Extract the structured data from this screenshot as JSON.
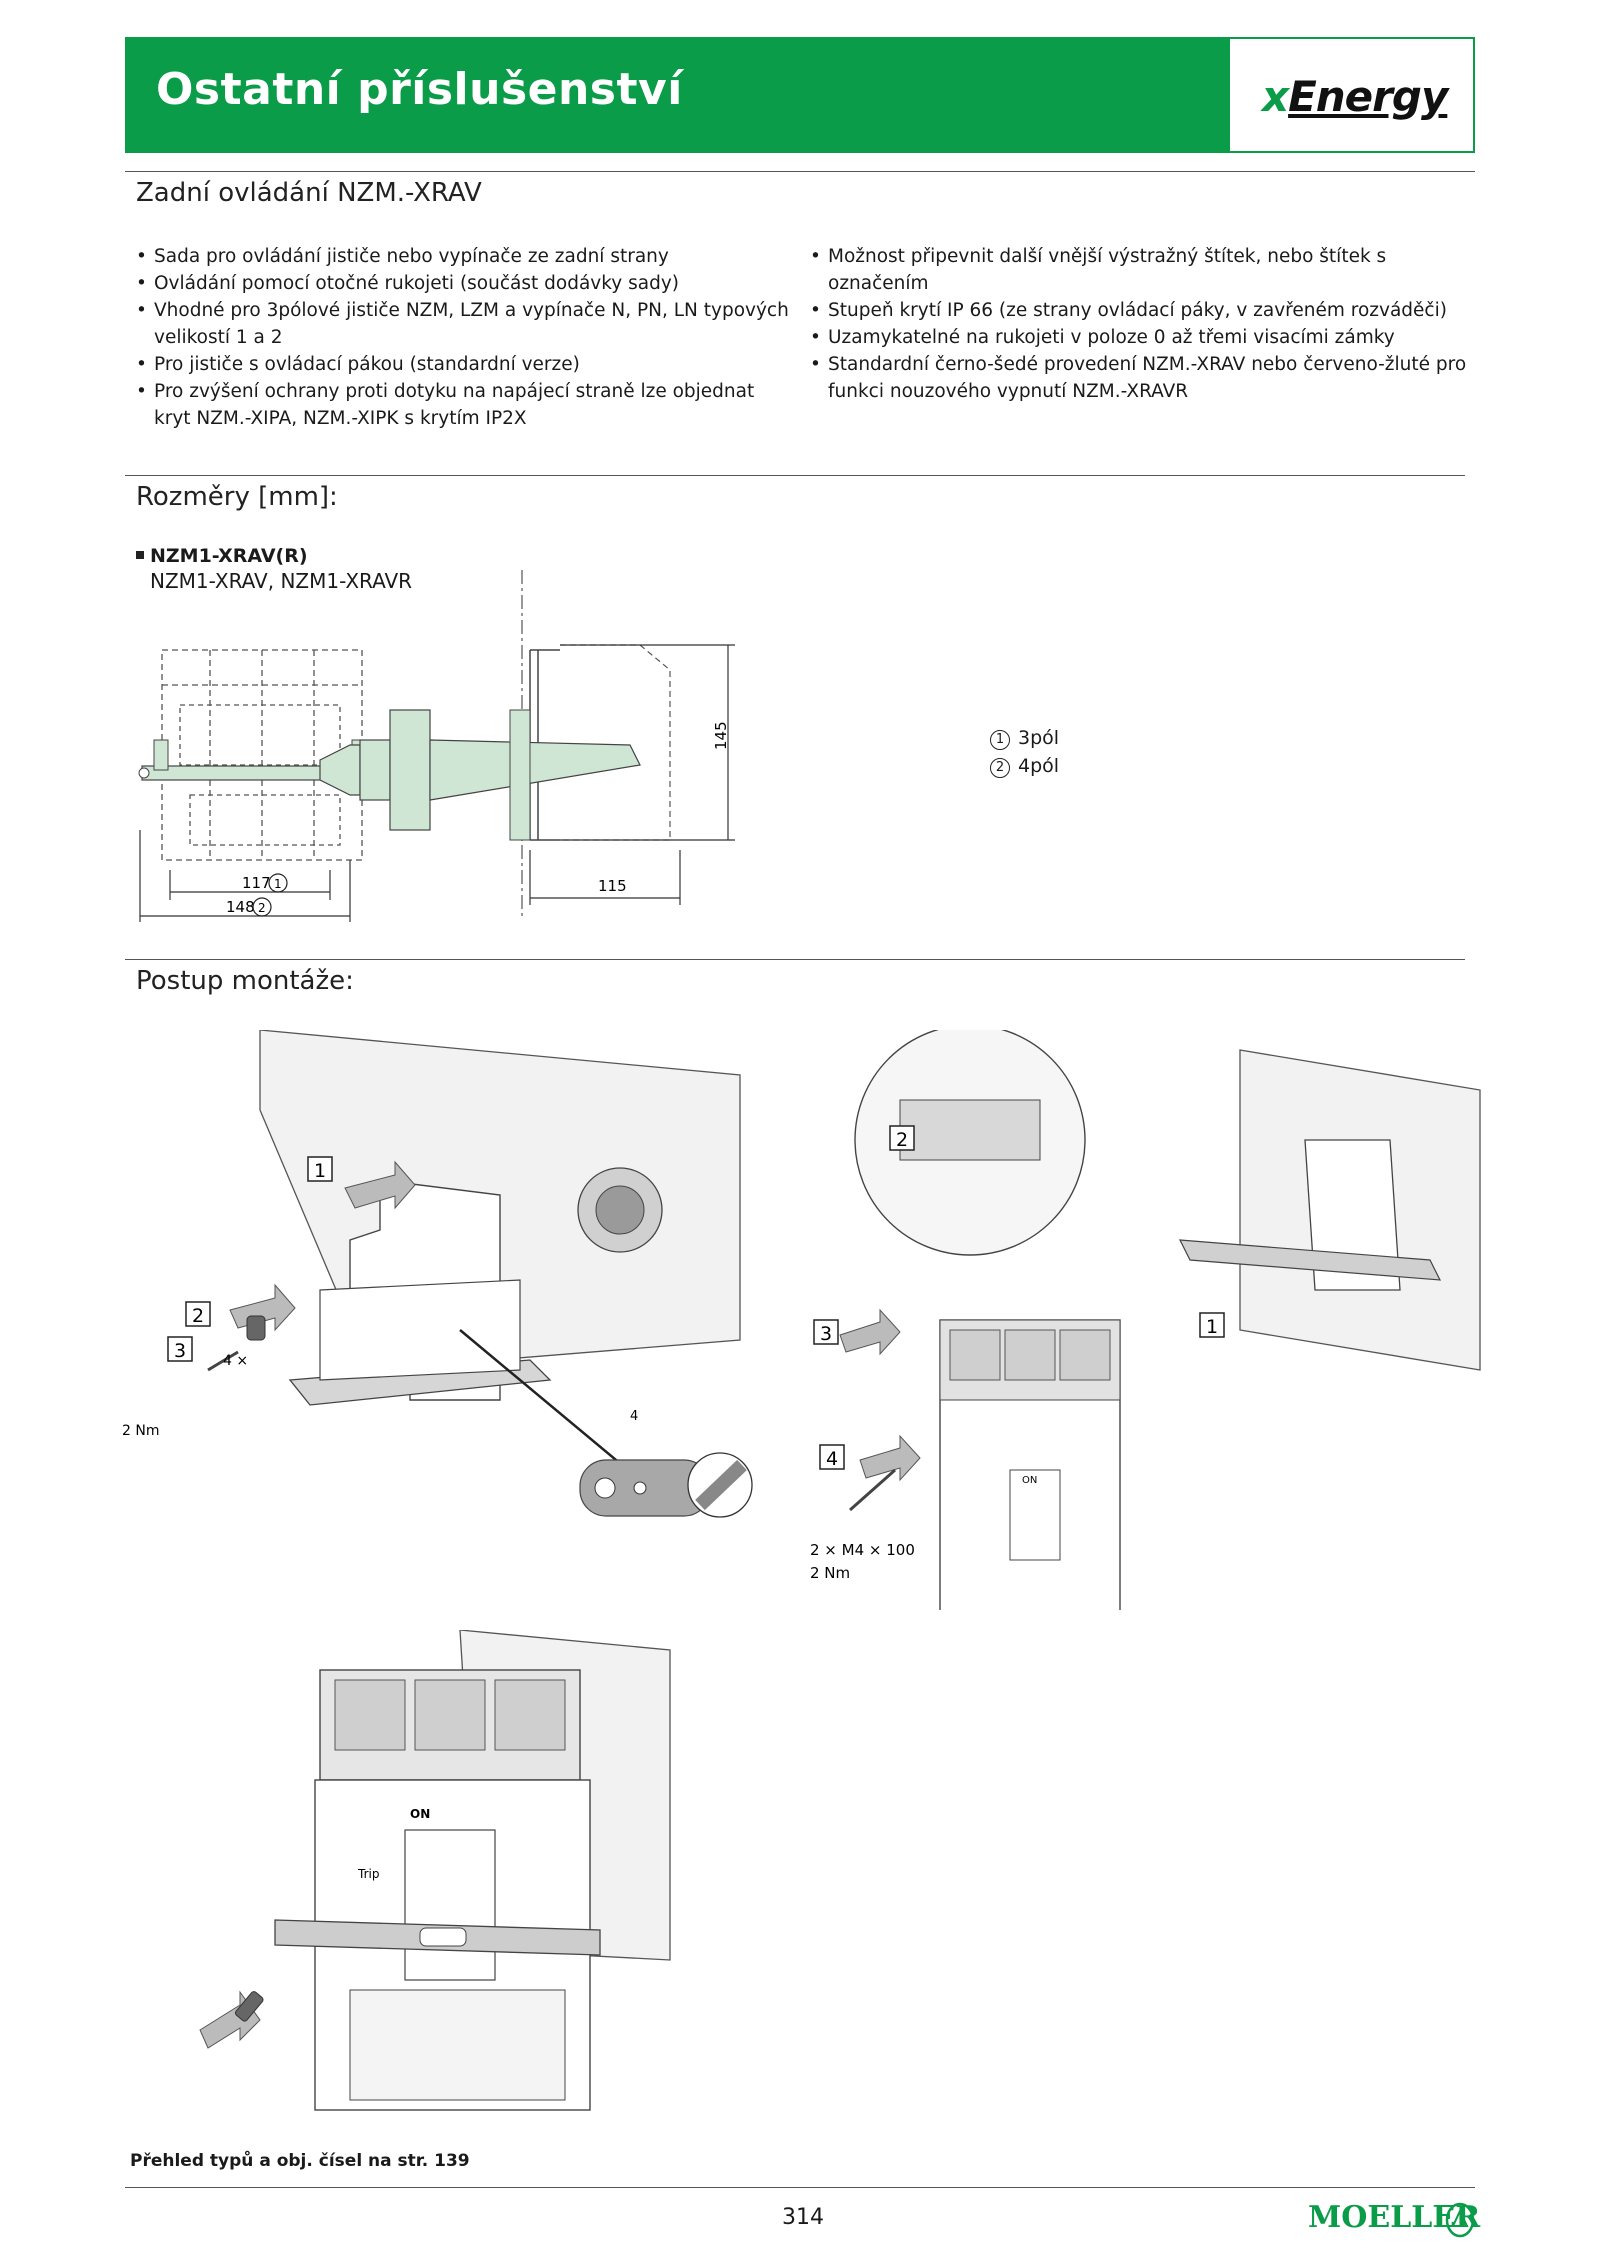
{
  "header": {
    "title": "Ostatní příslušenství",
    "logo": "xEnergy",
    "logo_icon": "xenergy-logo"
  },
  "section1": {
    "title": "Zadní ovládání NZM.-XRAV",
    "bullets_left": [
      "Sada pro ovládání jističe nebo vypínače ze zadní strany",
      "Ovládání pomocí otočné rukojeti (součást dodávky sady)",
      "Vhodné pro 3pólové jističe NZM, LZM a vypínače N, PN, LN typových velikostí 1 a 2",
      "Pro jističe s ovládací pákou (standardní verze)",
      "Pro zvýšení ochrany proti dotyku na napájecí straně lze objednat kryt NZM.-XIPA, NZM.-XIPK s krytím IP2X"
    ],
    "bullets_right": [
      "Možnost připevnit další vnější výstražný štítek, nebo štítek s označením",
      "Stupeň krytí IP 66 (ze strany ovládací páky, v zavřeném rozváděči)",
      "Uzamykatelné na rukojeti v poloze 0 až třemi visacími zámky",
      "Standardní černo-šedé provedení NZM.-XRAV nebo červeno-žluté pro funkci nouzového vypnutí NZM.-XRAVR"
    ]
  },
  "section2": {
    "title": "Rozměry [mm]:",
    "model_bold": "NZM1-XRAV(R)",
    "model_sub": "NZM1-XRAV, NZM1-XRAVR",
    "dims": {
      "d117": "117",
      "d148": "148",
      "d115": "115",
      "d145": "145",
      "c1": "1",
      "c2": "2"
    },
    "legend": [
      {
        "num": "1",
        "text": "3pól"
      },
      {
        "num": "2",
        "text": "4pól"
      }
    ]
  },
  "section3": {
    "title": "Postup montáže:",
    "step_labels": {
      "s1": "1",
      "s2": "2",
      "s3": "3",
      "s4": "4"
    },
    "notes": {
      "qty4": "4 ×",
      "torque_left": "2 Nm",
      "dim4": "4",
      "screws": "2 × M4 × 100",
      "torque_right": "2 Nm",
      "on_label": "ON",
      "trip_label": "Trip"
    }
  },
  "footer": {
    "note": "Přehled typů a obj. čísel na str. 139",
    "page": "314",
    "brand": "MOELLER"
  },
  "colors": {
    "brand_green": "#0a9c48",
    "part_green": "#cfe6d4",
    "part_grey": "#bdbdbd"
  }
}
